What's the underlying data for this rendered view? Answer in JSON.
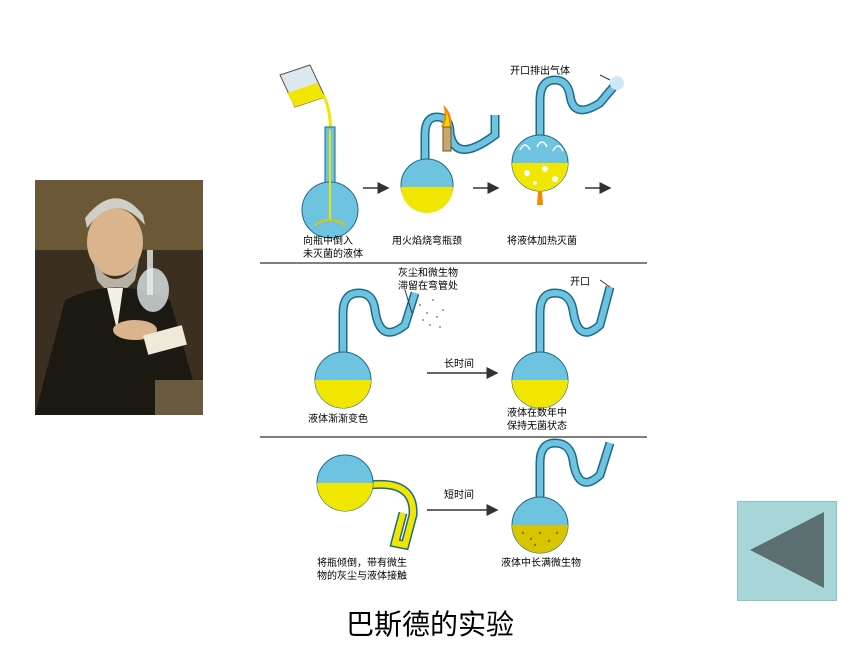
{
  "diagram": {
    "row1": {
      "step1": [
        "向瓶中倒入",
        "未灭菌的液体"
      ],
      "step2": "用火焰烧弯瓶颈",
      "step3": "将液体加热灭菌",
      "note": "开口排出气体"
    },
    "row2": {
      "note": [
        "灰尘和微生物",
        "滞留在弯管处"
      ],
      "arrow": "长时间",
      "left": "液体渐渐变色",
      "opening": "开口",
      "right": [
        "液体在数年中",
        "保持无菌状态"
      ]
    },
    "row3": {
      "arrow": "短时间",
      "left": [
        "将瓶倾倒，带有微生",
        "物的灰尘与液体接触"
      ],
      "right": "液体中长满微生物"
    }
  },
  "caption": "巴斯德的实验",
  "colors": {
    "liquid": "#f0e600",
    "flask": "#6ec3e0",
    "button": "#a8d5d8",
    "arrow": "#5a6e6e"
  },
  "nav": {
    "back_icon": "triangle-left-icon"
  }
}
